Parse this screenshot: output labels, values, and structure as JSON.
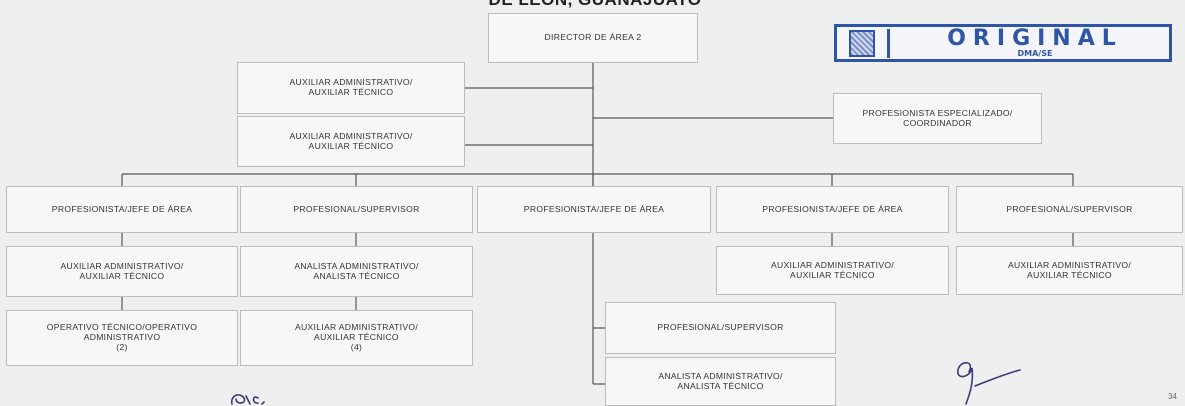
{
  "document": {
    "title": "DE LEÓN, GUANAJUATO",
    "page_number": "34"
  },
  "stamp": {
    "word": "ORIGINAL",
    "sub": "DMA/SE"
  },
  "chart": {
    "director": "DIRECTOR DE ÁREA 2",
    "aux_top_1": "AUXILIAR ADMINISTRATIVO/\nAUXILIAR TÉCNICO",
    "aux_top_2": "AUXILIAR ADMINISTRATIVO/\nAUXILIAR TÉCNICO",
    "specialist": "PROFESIONISTA ESPECIALIZADO/\nCOORDINADOR",
    "col1": {
      "head": "PROFESIONISTA/JEFE DE ÁREA",
      "level2": "AUXILIAR ADMINISTRATIVO/\nAUXILIAR TÉCNICO",
      "level3": "OPERATIVO TÉCNICO/OPERATIVO\nADMINISTRATIVO\n(2)"
    },
    "col2": {
      "head": "PROFESIONAL/SUPERVISOR",
      "level2": "ANALISTA ADMINISTRATIVO/\nANALISTA TÉCNICO",
      "level3": "AUXILIAR ADMINISTRATIVO/\nAUXILIAR TÉCNICO\n(4)"
    },
    "col3": {
      "head": "PROFESIONISTA/JEFE DE ÁREA",
      "level2": "PROFESIONAL/SUPERVISOR",
      "level3": "ANALISTA ADMINISTRATIVO/\nANALISTA TÉCNICO"
    },
    "col4": {
      "head": "PROFESIONISTA/JEFE DE ÁREA",
      "level2": "AUXILIAR ADMINISTRATIVO/\nAUXILIAR TÉCNICO"
    },
    "col5": {
      "head": "PROFESIONAL/SUPERVISOR",
      "level2": "AUXILIAR ADMINISTRATIVO/\nAUXILIAR TÉCNICO"
    }
  },
  "colors": {
    "stamp_blue": "#2f55a6",
    "ink": "#3a3a7a",
    "box_border": "#bcbcbc",
    "line": "#555555"
  }
}
